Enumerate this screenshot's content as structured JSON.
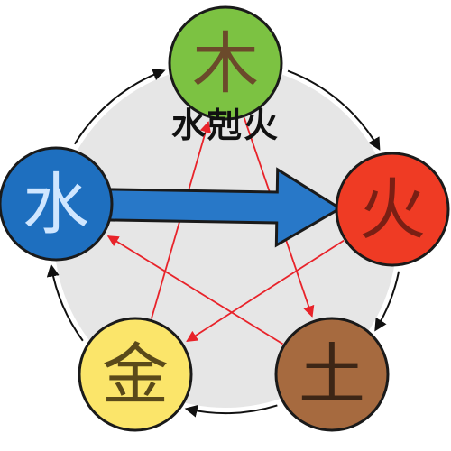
{
  "title": "水剋火",
  "elements": [
    {
      "id": "wood",
      "glyph": "木",
      "fill": "#7cc242",
      "ink": "#6b4a2b"
    },
    {
      "id": "fire",
      "glyph": "火",
      "fill": "#ef3b24",
      "ink": "#7a1f14"
    },
    {
      "id": "earth",
      "glyph": "土",
      "fill": "#a66a3f",
      "ink": "#3d2616"
    },
    {
      "id": "metal",
      "glyph": "金",
      "fill": "#fbe56a",
      "ink": "#5a4a1a"
    },
    {
      "id": "water",
      "glyph": "水",
      "fill": "#1e6fbf",
      "ink": "#cfe6ff"
    }
  ],
  "generating_cycle": [
    "wood",
    "fire",
    "earth",
    "metal",
    "water"
  ],
  "overcoming_cycle": [
    {
      "from": "wood",
      "to": "earth"
    },
    {
      "from": "fire",
      "to": "metal"
    },
    {
      "from": "earth",
      "to": "water"
    },
    {
      "from": "metal",
      "to": "wood"
    },
    {
      "from": "water",
      "to": "fire",
      "highlighted": true
    }
  ],
  "colors": {
    "background_disc": "#e6e6e6",
    "cycle_arrow": "#111111",
    "overcome_arrow": "#e8232a",
    "highlight_arrow": "#2878c8",
    "outline": "#1a1a1a"
  }
}
